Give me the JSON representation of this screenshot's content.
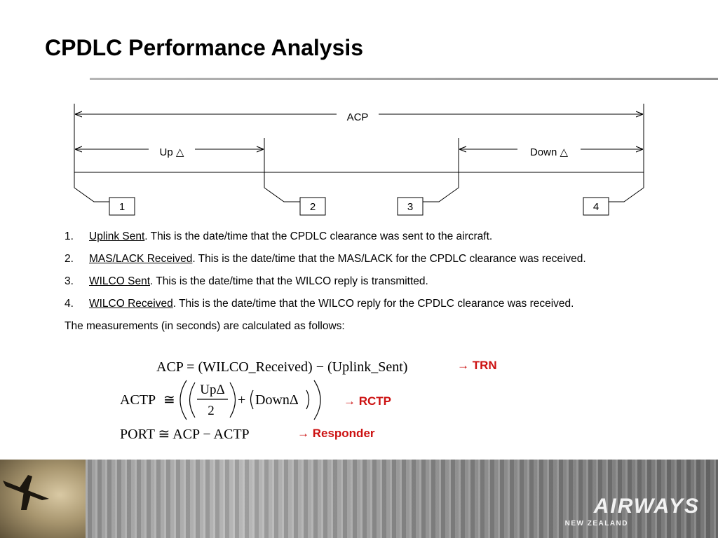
{
  "slide": {
    "title": "CPDLC Performance Analysis"
  },
  "diagram": {
    "acp_label": "ACP",
    "up_label": "Up △",
    "down_label": "Down △",
    "events": [
      "1",
      "2",
      "3",
      "4"
    ]
  },
  "definitions": [
    {
      "num": "1.",
      "term": "Uplink Sent",
      "text": ". This is the date/time that the CPDLC clearance was sent to the aircraft."
    },
    {
      "num": "2.",
      "term": "MAS/LACK Received",
      "text": ". This is the date/time that the MAS/LACK for the CPDLC clearance was received."
    },
    {
      "num": "3.",
      "term": "WILCO Sent",
      "text": ". This is the date/time that the WILCO reply is transmitted."
    },
    {
      "num": "4.",
      "term": "WILCO Received",
      "text": ".  This is the date/time that the WILCO reply for the CPDLC clearance was received."
    }
  ],
  "measurements_intro": "The measurements (in seconds) are calculated as follows:",
  "formulas": {
    "acp": "ACP = (WILCO_Received) − (Uplink_Sent)",
    "actp_lhs": "ACTP",
    "approx": "≅",
    "up_delta": "UpΔ",
    "two": "2",
    "plus": "+",
    "down_delta": "DownΔ",
    "port": "PORT ≅ ACP − ACTP"
  },
  "tags": {
    "trn": "→ TRN",
    "rctp": "→ RCTP",
    "responder": "→ Responder"
  },
  "footer": {
    "brand": "AIRWAYS",
    "brand_sub": "NEW ZEALAND"
  },
  "colors": {
    "tag_red": "#cc1111"
  }
}
